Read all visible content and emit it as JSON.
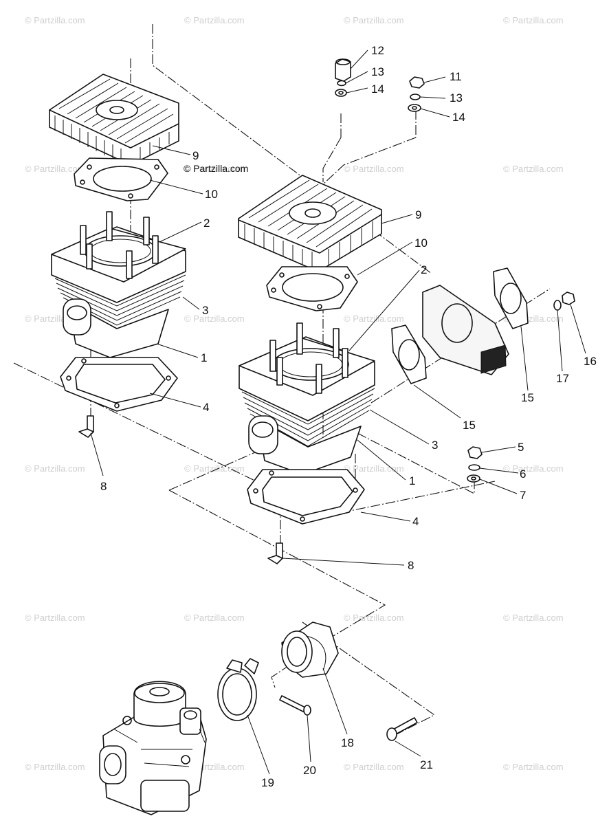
{
  "credit_text": "© Partzilla.com",
  "watermark_text": "© Partzilla.com",
  "colors": {
    "ink": "#111111",
    "watermark": "#cfcfcf",
    "background": "#ffffff"
  },
  "callouts": {
    "left_cylinder_head": "9",
    "left_head_gasket": "10",
    "left_cylinder_stud": "2",
    "left_cylinder_fins": "3",
    "left_cylinder": "1",
    "left_base_gasket": "4",
    "left_drain_fitting": "8",
    "spacer_nut": "12",
    "lock_washer_upper": "13",
    "flat_washer_upper": "14",
    "head_nut": "11",
    "lock_washer_right": "13",
    "flat_washer_right": "14",
    "right_cylinder_head": "9",
    "right_head_gasket": "10",
    "right_cylinder_stud": "2",
    "right_cylinder_fins": "3",
    "right_cylinder": "1",
    "right_base_gasket": "4",
    "right_drain_fitting": "8",
    "exhaust_gasket_right": "15",
    "exhaust_gasket_center": "15",
    "exhaust_nut": "16",
    "exhaust_lock_washer": "17",
    "base_nut": "5",
    "base_lock_washer": "6",
    "base_flat_washer": "7",
    "intake_adaptor": "18",
    "carb_clamp": "19",
    "clamp_screw": "20",
    "adaptor_screw": "21"
  }
}
